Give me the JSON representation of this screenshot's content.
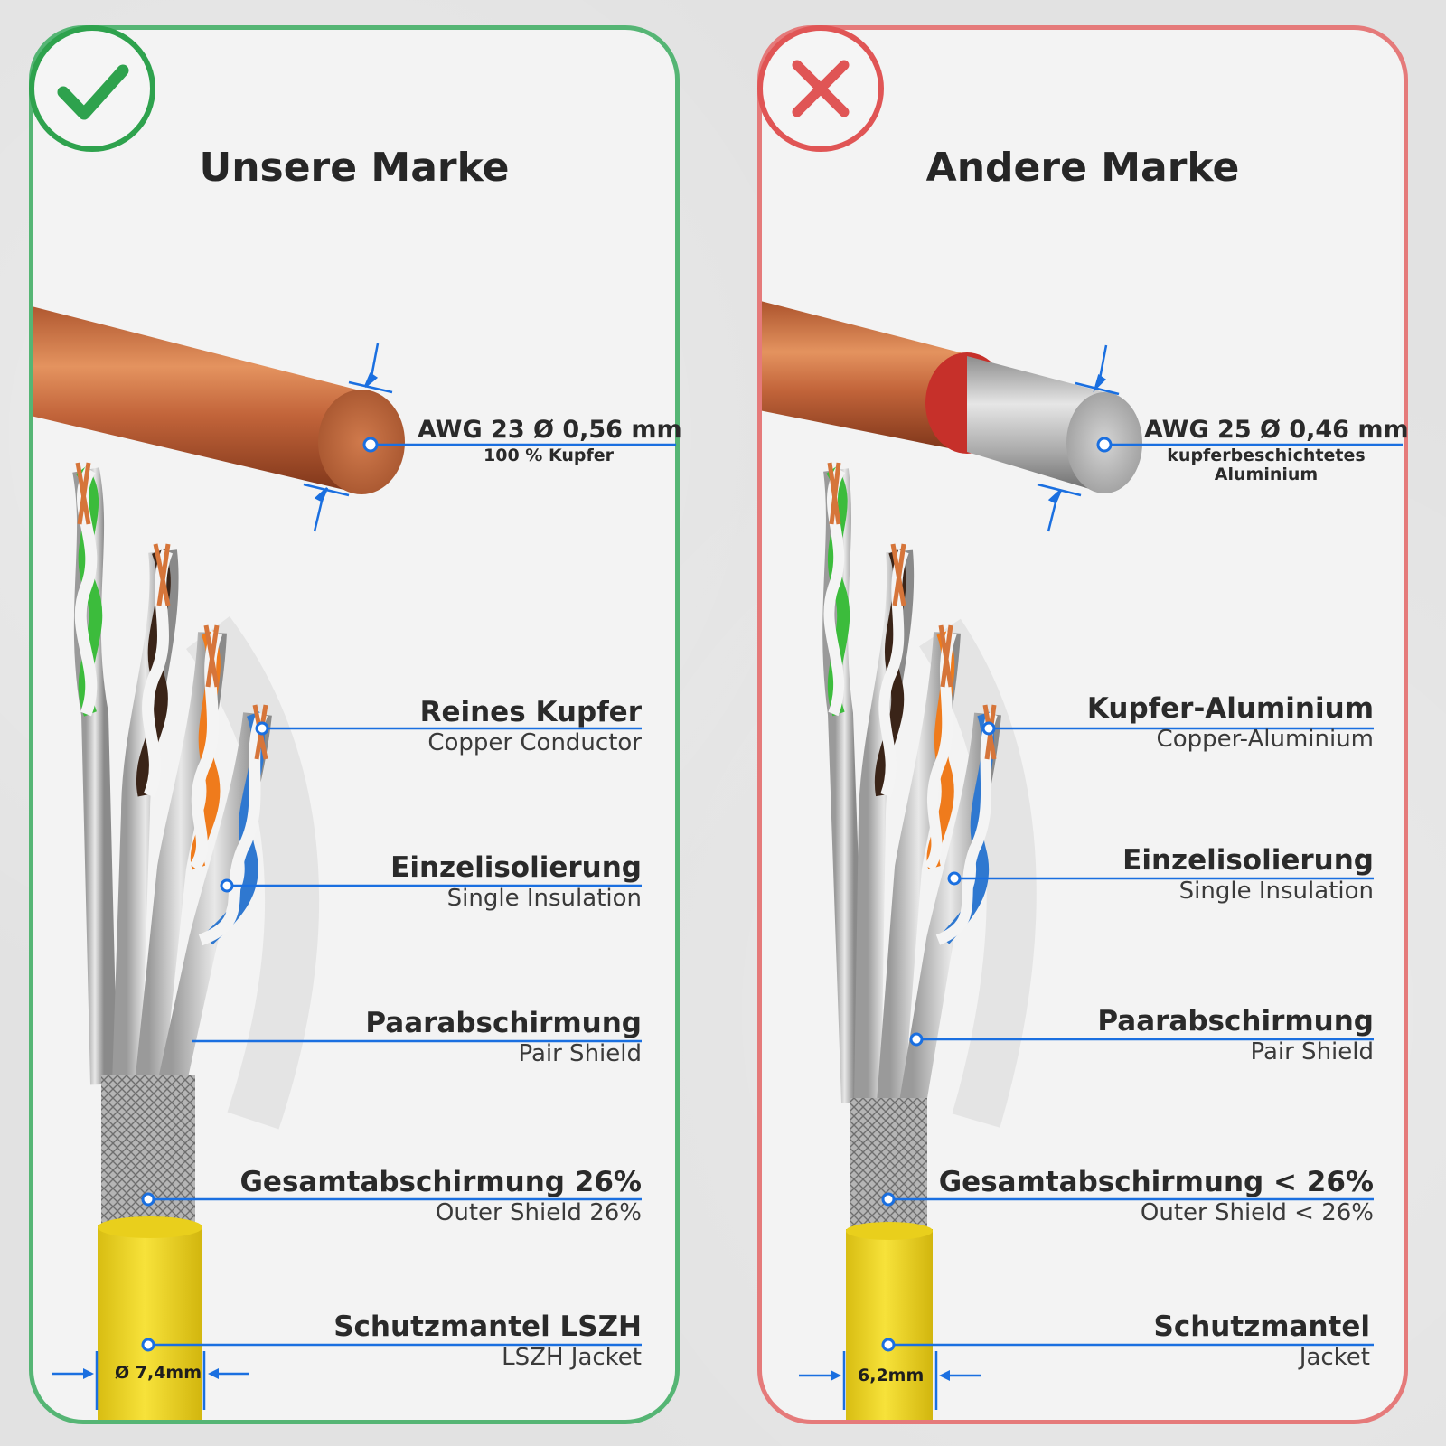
{
  "colors": {
    "good": "#2ea24d",
    "bad": "#e05555",
    "leader": "#1a6fe0",
    "jacket": "#f0d82a",
    "copper": "#c6663a"
  },
  "left": {
    "title": "Unsere Marke",
    "badge_icon": "checkmark-icon",
    "conductor": {
      "main": "AWG 23 Ø 0,56 mm",
      "sub": "100 % Kupfer"
    },
    "callouts": [
      {
        "main": "Reines Kupfer",
        "sub": "Copper Conductor"
      },
      {
        "main": "Einzelisolierung",
        "sub": "Single Insulation"
      },
      {
        "main": "Paarabschirmung",
        "sub": "Pair Shield"
      },
      {
        "main": "Gesamtabschirmung 26%",
        "sub": "Outer Shield 26%"
      },
      {
        "main": "Schutzmantel LSZH",
        "sub": "LSZH Jacket"
      }
    ],
    "diameter": "Ø 7,4mm"
  },
  "right": {
    "title": "Andere Marke",
    "badge_icon": "cross-icon",
    "conductor": {
      "main": "AWG 25 Ø 0,46 mm",
      "sub": "kupferbeschichtetes Aluminium"
    },
    "callouts": [
      {
        "main": "Kupfer-Aluminium",
        "sub": "Copper-Aluminium"
      },
      {
        "main": "Einzelisolierung",
        "sub": "Single Insulation"
      },
      {
        "main": "Paarabschirmung",
        "sub": "Pair Shield"
      },
      {
        "main": "Gesamtabschirmung < 26%",
        "sub": "Outer Shield < 26%"
      },
      {
        "main": "Schutzmantel",
        "sub": "Jacket"
      }
    ],
    "diameter": "6,2mm"
  }
}
